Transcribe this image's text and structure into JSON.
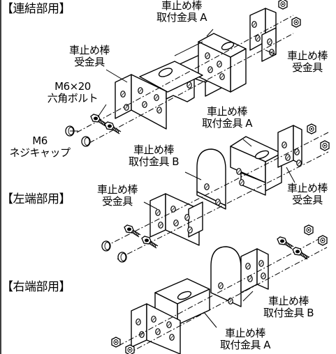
{
  "sections": {
    "connected": "【連結部用】",
    "left_end": "【左端部用】",
    "right_end": "【右端部用】"
  },
  "labels": {
    "top_bracket_a_l1": "車止め棒",
    "top_bracket_a_l2": "取付金具 A",
    "top_receiver_left_l1": "車止め棒",
    "top_receiver_left_l2": "受金具",
    "top_receiver_right_l1": "車止め棒",
    "top_receiver_right_l2": "受金具",
    "bolt_l1": "M6×20",
    "bolt_l2": "六角ボルト",
    "cap_l1": "M6",
    "cap_l2": "ネジキャップ",
    "mid_bracket_a_l1": "車止め棒",
    "mid_bracket_a_l2": "取付金具 A",
    "mid_bracket_b_l1": "車止め棒",
    "mid_bracket_b_l2": "取付金具 B",
    "mid_receiver_left_l1": "車止め棒",
    "mid_receiver_left_l2": "受金具",
    "mid_receiver_right_l1": "車止め棒",
    "mid_receiver_right_l2": "受金具",
    "bot_bracket_b_l1": "車止め棒",
    "bot_bracket_b_l2": "取付金具 B",
    "bot_bracket_a_l1": "車止め棒",
    "bot_bracket_a_l2": "取付金具 A"
  }
}
